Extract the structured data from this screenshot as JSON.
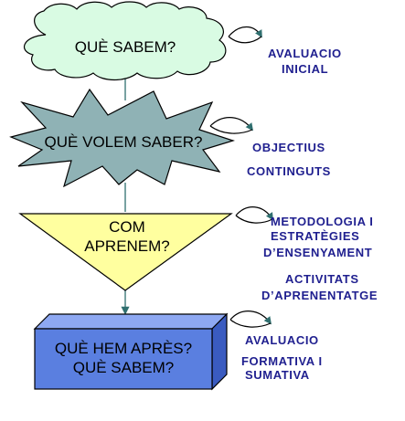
{
  "colors": {
    "cloud_fill": "#d9fbe3",
    "star_fill": "#8fb2b5",
    "triangle_fill": "#ffff9f",
    "box_front": "#5a7fe0",
    "box_top": "#8ea8f2",
    "box_side": "#3a5bc0",
    "connector": "#2f6f6f",
    "side_text": "#1f1f8f"
  },
  "steps": [
    {
      "shape": "cloud",
      "lines": [
        "QUÈ SABEM?"
      ],
      "notes": [
        "AVALUACIO",
        "INICIAL"
      ]
    },
    {
      "shape": "starburst",
      "lines": [
        "QUÈ VOLEM SABER?"
      ],
      "notes": [
        "OBJECTIUS",
        "CONTINGUTS"
      ]
    },
    {
      "shape": "triangle",
      "lines": [
        "COM",
        "APRENEM?"
      ],
      "notes": [
        "METODOLOGIA I",
        "ESTRATÈGIES",
        "D’ENSENYAMENT",
        "ACTIVITATS",
        "D’APRENENTATGE"
      ]
    },
    {
      "shape": "box",
      "lines": [
        "QUÈ HEM APRÈS?",
        "QUÈ SABEM?"
      ],
      "notes": [
        "AVALUACIO",
        "FORMATIVA I",
        "SUMATIVA"
      ]
    }
  ]
}
